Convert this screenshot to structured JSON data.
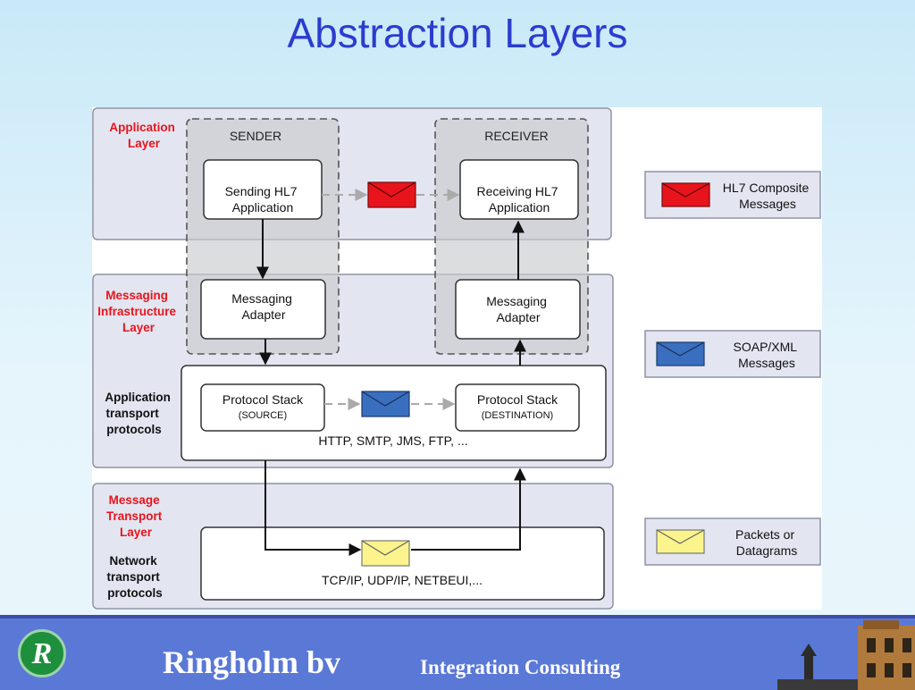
{
  "title": "Abstraction Layers",
  "layers": {
    "application": "Application\nLayer",
    "messaging": "Messaging\nInfrastructure\nLayer",
    "app_transport": "Application\ntransport\nprotocols",
    "message_transport": "Message\nTransport\nLayer",
    "network_transport": "Network\ntransport\nprotocols"
  },
  "sender": {
    "label": "SENDER",
    "app": "Sending HL7\nApplication",
    "adapter": "Messaging\nAdapter"
  },
  "receiver": {
    "label": "RECEIVER",
    "app": "Receiving HL7\nApplication",
    "adapter": "Messaging\nAdapter"
  },
  "protocol": {
    "source_title": "Protocol Stack",
    "source_sub": "(SOURCE)",
    "dest_title": "Protocol Stack",
    "dest_sub": "(DESTINATION)",
    "list": "HTTP, SMTP, JMS, FTP, ..."
  },
  "network": {
    "list": "TCP/IP, UDP/IP, NETBEUI,..."
  },
  "legend": [
    {
      "label": "HL7 Composite\nMessages",
      "color": "#e8141c"
    },
    {
      "label": "SOAP/XML\nMessages",
      "color": "#3a6fbf"
    },
    {
      "label": "Packets or\nDatagrams",
      "color": "#fbf48c"
    }
  ],
  "footer": {
    "logo_letter": "R",
    "brand": "Ringholm bv",
    "tagline": "Integration Consulting"
  }
}
